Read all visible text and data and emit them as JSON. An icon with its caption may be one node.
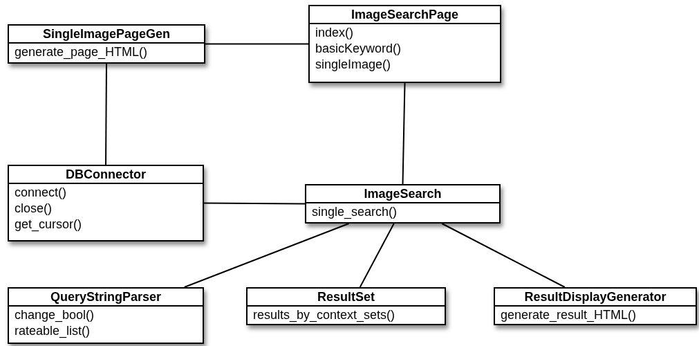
{
  "diagram": {
    "nodes": [
      {
        "text": [
          "SingleImagePageGen",
          "generate_page_HTML()"
        ]
      },
      {
        "text": [
          "ImageSearchPage",
          "index()",
          "basicKeyword()",
          "singleImage()"
        ]
      },
      {
        "text": [
          "DBConnector",
          "connect()",
          "close()",
          "get_cursor()"
        ]
      },
      {
        "text": [
          "ImageSearch",
          "single_search()"
        ]
      },
      {
        "text": [
          "QueryStringParser",
          "change_bool()",
          "rateable_list()"
        ]
      },
      {
        "text": [
          "ResultSet",
          "results_by_context_sets()"
        ]
      },
      {
        "text": [
          "ResultDisplayGenerator",
          "generate_result_HTML()"
        ]
      }
    ],
    "edges": [
      {
        "from": 0,
        "to": 1,
        "arrow": "none"
      },
      {
        "from": 0,
        "to": 2,
        "arrow": "none"
      },
      {
        "from": 1,
        "to": 3,
        "arrow": "none"
      },
      {
        "from": 2,
        "to": 3,
        "arrow": "none"
      },
      {
        "from": 3,
        "to": 4,
        "arrow": "none"
      },
      {
        "from": 3,
        "to": 5,
        "arrow": "none"
      },
      {
        "from": 3,
        "to": 6,
        "arrow": "none"
      }
    ]
  }
}
